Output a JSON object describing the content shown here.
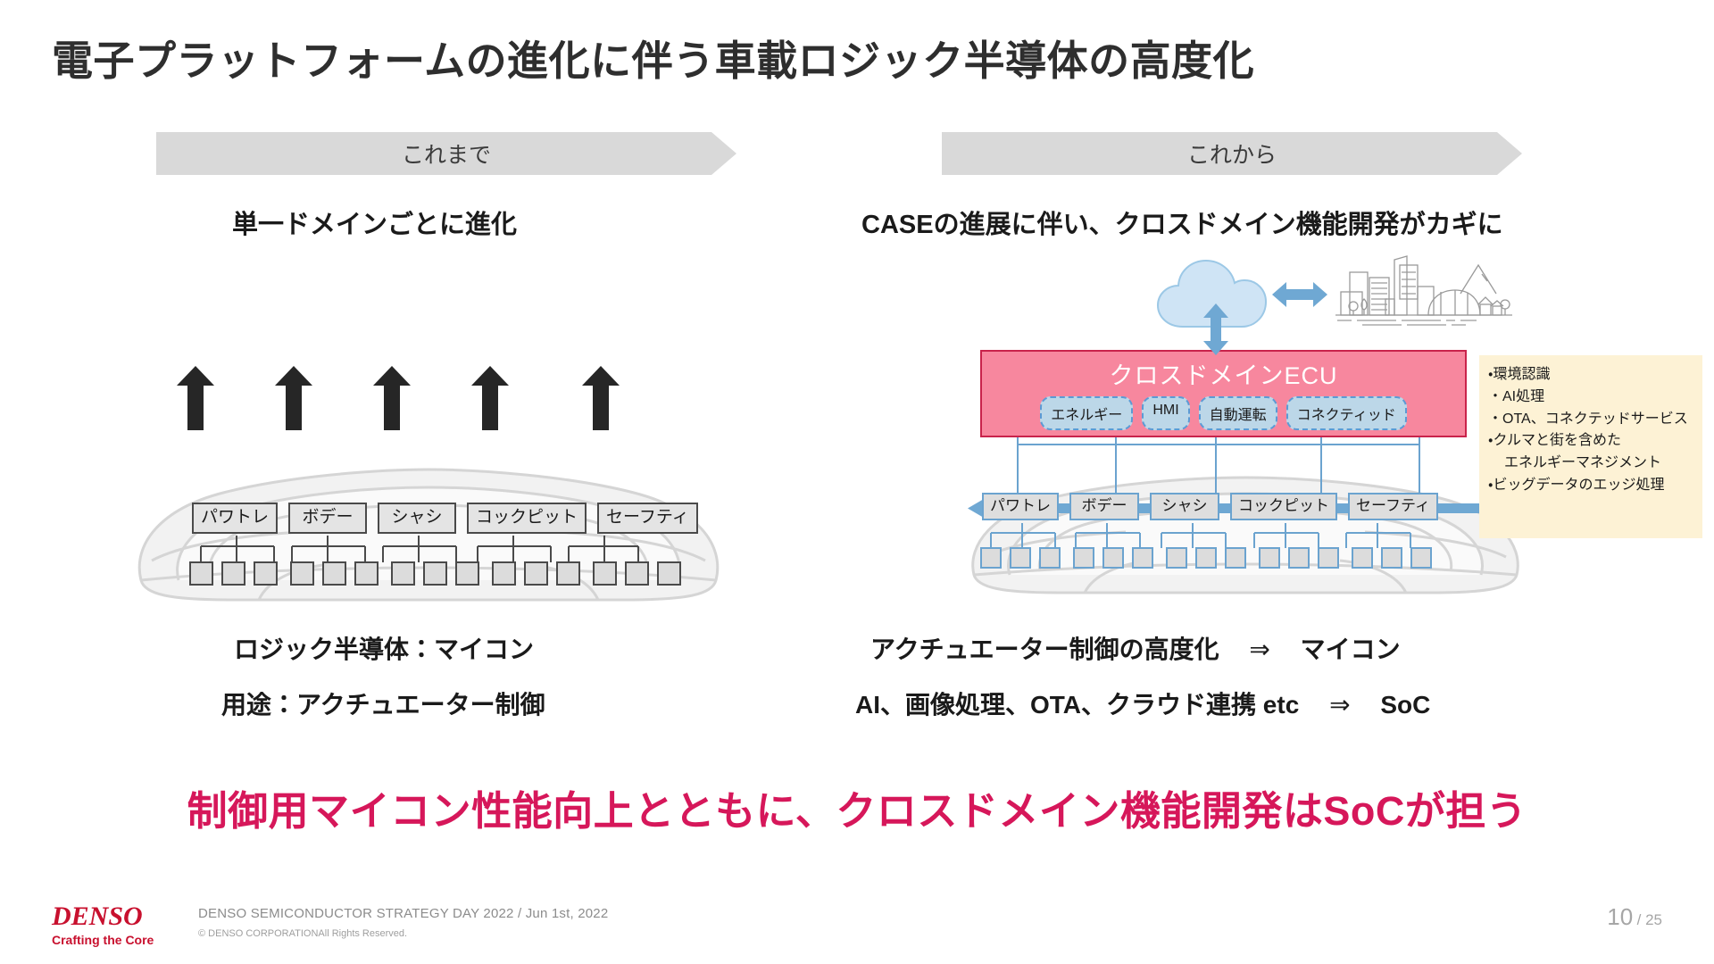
{
  "slide": {
    "title": "電子プラットフォームの進化に伴う車載ロジック半導体の高度化",
    "message": "制御用マイコン性能向上とともに、クロスドメイン機能開発はSoCが担う"
  },
  "left": {
    "banner": "これまで",
    "heading": "単一ドメインごとに進化",
    "ecus": [
      "パワトレ",
      "ボデー",
      "シャシ",
      "コックピット",
      "セーフティ"
    ],
    "caption1": "ロジック半導体：マイコン",
    "caption2": "用途：アクチュエーター制御"
  },
  "right": {
    "banner": "これから",
    "heading": "CASEの進展に伴い、クロスドメイン機能開発がカギに",
    "cross_domain_ecu": {
      "title": "クロスドメインECU",
      "pills": [
        "エネルギー",
        "HMI",
        "自動運転",
        "コネクティッド"
      ]
    },
    "ecus": [
      "パワトレ",
      "ボデー",
      "シャシ",
      "コックピット",
      "セーフティ"
    ],
    "callout": [
      "・環境認識",
      "・AI処理",
      "・OTA、コネクテッドサービス",
      "・クルマと街を含めた",
      "エネルギーマネジメント",
      "・ビッグデータのエッジ処理"
    ],
    "caption1_text": "アクチュエーター制御の高度化",
    "caption1_arrow": "⇒",
    "caption1_out": "マイコン",
    "caption2_text": "AI、画像処理、OTA、クラウド連携 etc",
    "caption2_arrow": "⇒",
    "caption2_out": "SoC"
  },
  "footer": {
    "logo_word": "DENSO",
    "logo_tagline": "Crafting the Core",
    "event": "DENSO SEMICONDUCTOR STRATEGY DAY 2022 / Jun 1st, 2022",
    "copyright": "© DENSO CORPORATIONAll Rights Reserved.",
    "page_current": "10",
    "page_total": "/ 25"
  },
  "colors": {
    "accent_red": "#d6175a",
    "ecu_pink": "#f7879e",
    "ecu_pink_border": "#c9234b",
    "pill_blue": "#bcd7e8",
    "cloud_blue": "#cfe4f5",
    "callout_yellow": "#fdf2d5",
    "banner_gray": "#d9d9d9",
    "denso_red": "#c8102e"
  }
}
